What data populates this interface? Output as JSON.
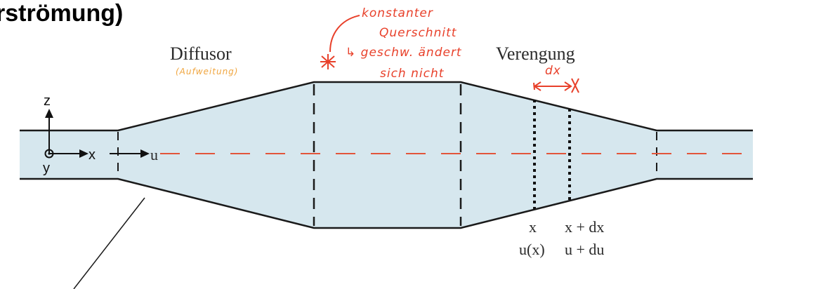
{
  "header": {
    "title_fragment": "rströmung)"
  },
  "labels": {
    "diffusor": "Diffusor",
    "verengung": "Verengung",
    "x": "x",
    "x_plus_dx": "x + dx",
    "u_of_x": "u(x)",
    "u_plus_du": "u + du",
    "axis_z": "z",
    "axis_x": "x",
    "axis_y": "y",
    "axis_u": "u"
  },
  "annotations": {
    "aufweitung": "(Aufweitung)",
    "konstanter": "konstanter",
    "querschnitt": "Querschnitt",
    "geschw_aendert": "↳ geschw. ändert",
    "sich_nicht": "sich nicht",
    "dx_note": "dx"
  },
  "colors": {
    "fluid_fill": "#d6e7ee",
    "wall": "#1a1a1a",
    "centerline": "#e2553a",
    "handwriting_red": "#e8402a",
    "handwriting_orange": "#f0a640"
  }
}
